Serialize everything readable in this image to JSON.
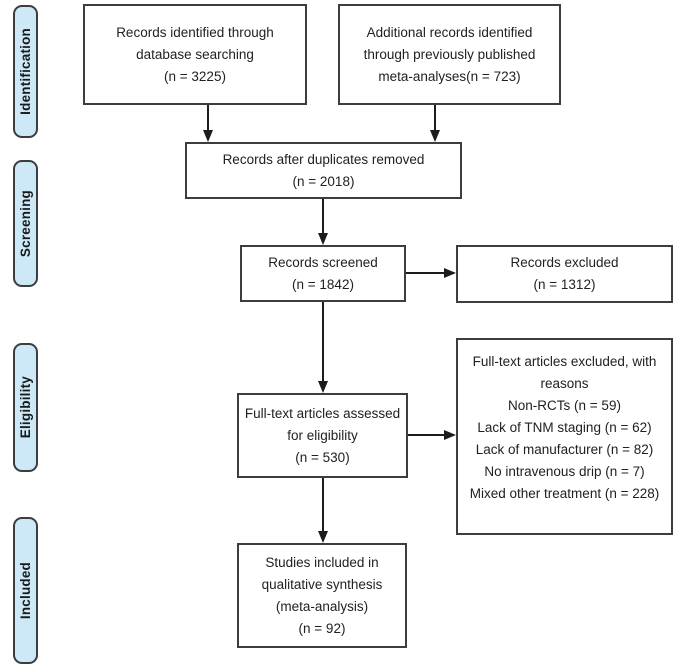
{
  "stages": [
    {
      "label": "Identification"
    },
    {
      "label": "Screening"
    },
    {
      "label": "Eligibility"
    },
    {
      "label": "Included"
    }
  ],
  "boxes": {
    "db_search": {
      "lines": [
        "Records identified through",
        "database searching",
        "(n = 3225)"
      ]
    },
    "meta_analyses": {
      "lines": [
        "Additional records identified",
        "through previously published",
        "meta-analyses(n = 723)"
      ]
    },
    "duplicates_removed": {
      "lines": [
        "Records after duplicates removed",
        "(n = 2018)"
      ]
    },
    "screened": {
      "lines": [
        "Records screened",
        "(n = 1842)"
      ]
    },
    "records_excluded": {
      "lines": [
        "Records excluded",
        "(n = 1312)"
      ]
    },
    "fulltext_assessed": {
      "lines": [
        "Full-text articles assessed",
        "for eligibility",
        "(n = 530)"
      ]
    },
    "fulltext_excluded": {
      "lines": [
        "Full-text articles excluded, with",
        "reasons",
        "Non-RCTs (n = 59)",
        "Lack of TNM staging (n = 62)",
        "Lack of manufacturer (n = 82)",
        "No intravenous drip (n = 7)",
        "Mixed other treatment (n = 228)"
      ]
    },
    "included_studies": {
      "lines": [
        "Studies included in",
        "qualitative synthesis",
        "(meta-analysis)",
        "(n = 92)"
      ]
    }
  },
  "colors": {
    "stage_fill": "#cde9f8",
    "box_fill": "#ffffff",
    "border": "#3d3d3d",
    "arrow": "#1c1c1c",
    "text": "#212121",
    "background": "#ffffff"
  }
}
